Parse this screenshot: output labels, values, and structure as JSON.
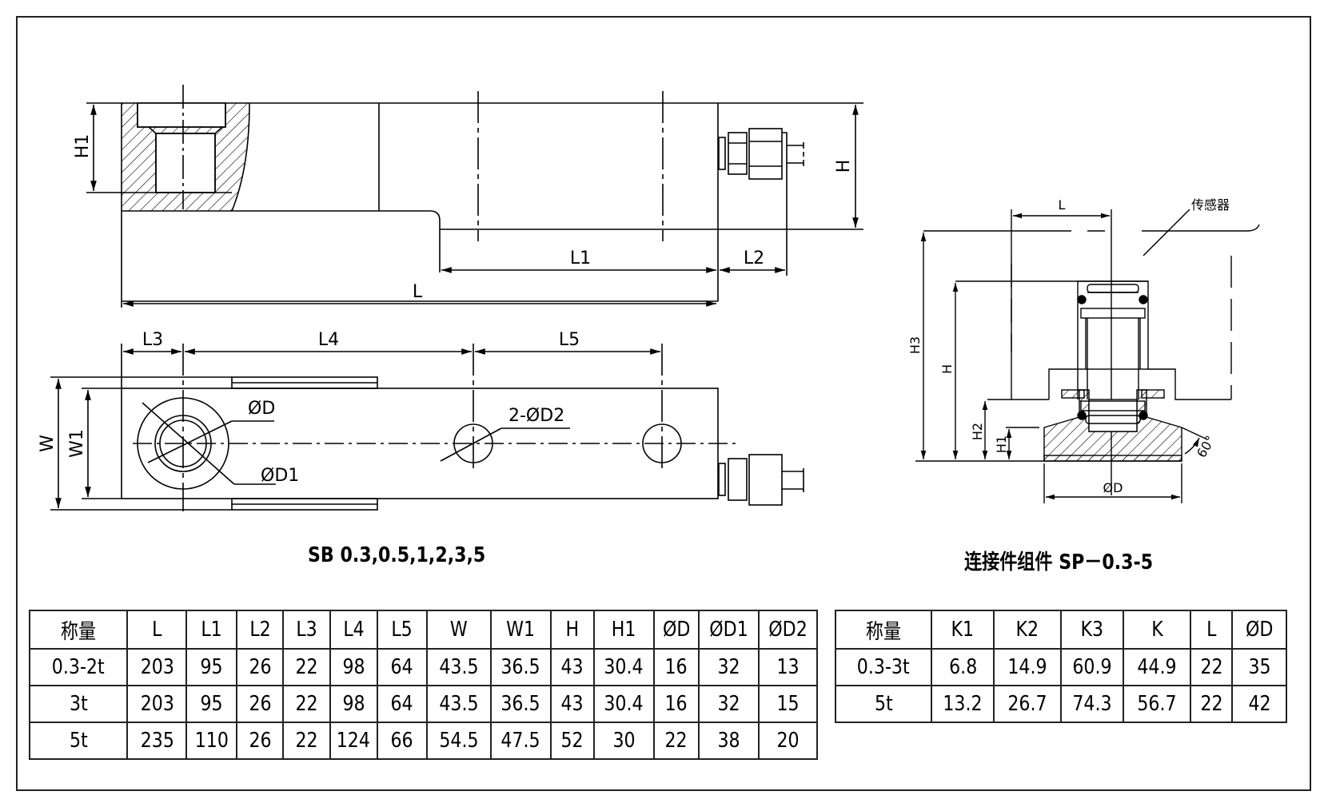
{
  "labels": {
    "side_view": {
      "H1": "H1",
      "H": "H",
      "L": "L",
      "L1": "L1",
      "L2": "L2"
    },
    "top_view": {
      "L3": "L3",
      "L4": "L4",
      "L5": "L5",
      "W": "W",
      "W1": "W1",
      "D": "ØD",
      "D1": "ØD1",
      "D2": "2-ØD2"
    },
    "connector_view": {
      "L": "L",
      "sensor": "传感器",
      "H3": "H3",
      "H": "H",
      "H2": "H2",
      "H1": "H1",
      "D": "ØD",
      "angle": "60°"
    }
  },
  "captions": {
    "left": "SB 0.3,0.5,1,2,3,5",
    "right": "连接件组件 SP－0.3-5"
  },
  "table_main": {
    "headers": [
      "称量",
      "L",
      "L1",
      "L2",
      "L3",
      "L4",
      "L5",
      "W",
      "W1",
      "H",
      "H1",
      "ØD",
      "ØD1",
      "ØD2"
    ],
    "rows": [
      [
        "0.3-2t",
        "203",
        "95",
        "26",
        "22",
        "98",
        "64",
        "43.5",
        "36.5",
        "43",
        "30.4",
        "16",
        "32",
        "13"
      ],
      [
        "3t",
        "203",
        "95",
        "26",
        "22",
        "98",
        "64",
        "43.5",
        "36.5",
        "43",
        "30.4",
        "16",
        "32",
        "15"
      ],
      [
        "5t",
        "235",
        "110",
        "26",
        "22",
        "124",
        "66",
        "54.5",
        "47.5",
        "52",
        "30",
        "22",
        "38",
        "20"
      ]
    ]
  },
  "table_connector": {
    "headers": [
      "称量",
      "K1",
      "K2",
      "K3",
      "K",
      "L",
      "ØD"
    ],
    "rows": [
      [
        "0.3-3t",
        "6.8",
        "14.9",
        "60.9",
        "44.9",
        "22",
        "35"
      ],
      [
        "5t",
        "13.2",
        "26.7",
        "74.3",
        "56.7",
        "22",
        "42"
      ]
    ]
  }
}
